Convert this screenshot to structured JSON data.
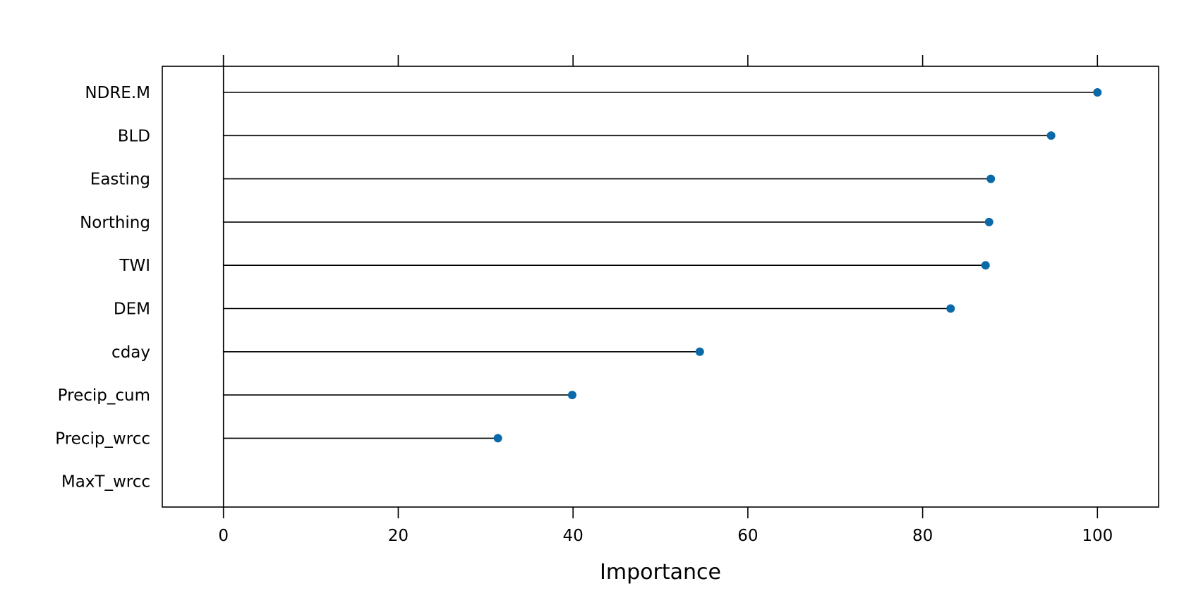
{
  "chart_data": {
    "type": "lollipop",
    "categories": [
      "NDRE.M",
      "BLD",
      "Easting",
      "Northing",
      "TWI",
      "DEM",
      "cday",
      "Precip_cum",
      "Precip_wrcc",
      "MaxT_wrcc"
    ],
    "values": [
      100,
      94.7,
      87.8,
      87.6,
      87.2,
      83.2,
      54.5,
      39.9,
      31.4,
      0
    ],
    "xlabel": "Importance",
    "ylabel": "",
    "xticks": [
      "0",
      "20",
      "40",
      "60",
      "80",
      "100"
    ],
    "xlim": [
      -7,
      107
    ],
    "point_color": "#0a6aa8",
    "line_color": "#000000",
    "grid": false
  }
}
